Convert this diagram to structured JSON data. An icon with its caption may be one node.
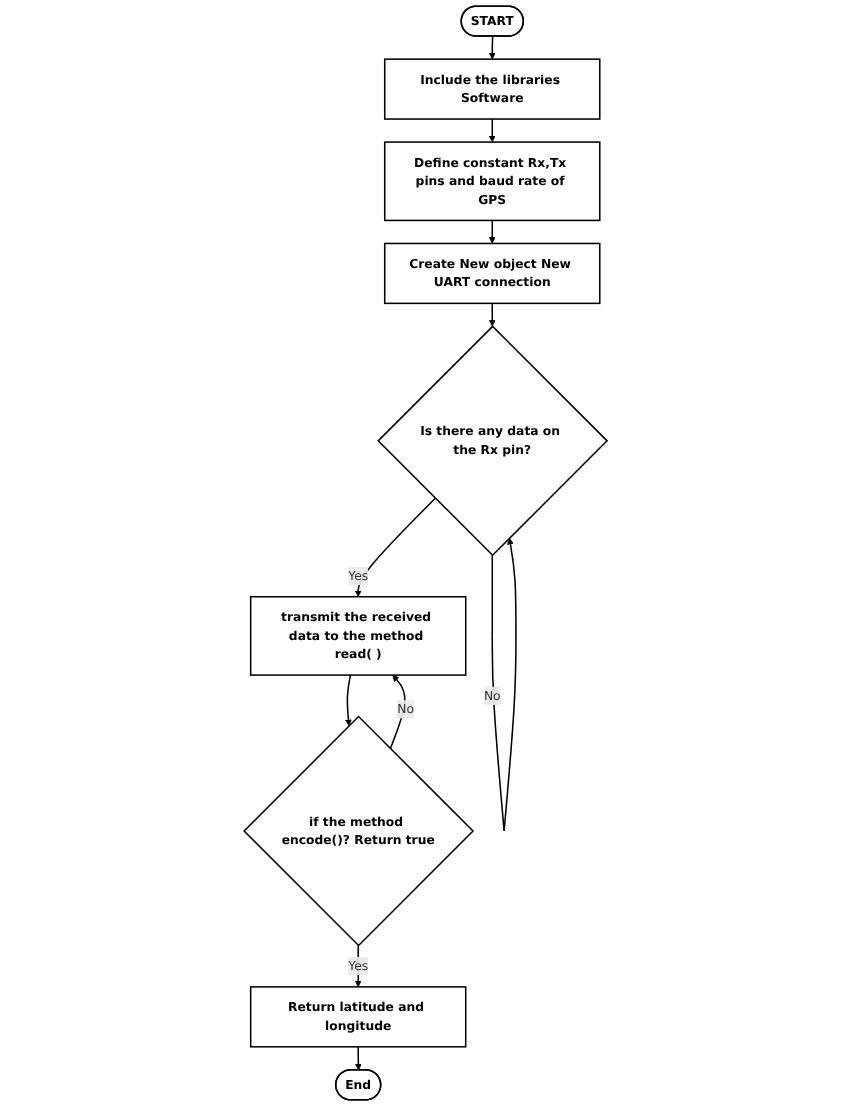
{
  "diagram": {
    "nodes": [
      {
        "text": [
          "START"
        ]
      },
      {
        "text": [
          "Include the libraries Software"
        ]
      },
      {
        "text": [
          "Define constant Rx,Tx pins and baud rate of GPS"
        ]
      },
      {
        "text": [
          "Create New object New UART connection"
        ]
      },
      {
        "text": [
          "Is there any data on the Rx pin?"
        ]
      },
      {
        "text": [
          "transmit the received data to the method read( )"
        ]
      },
      {
        "text": [
          "if the method encode()? Return true"
        ]
      },
      {
        "text": [
          "Return latitude and longitude"
        ]
      },
      {
        "text": [
          "End"
        ]
      }
    ],
    "edges": [
      {
        "from": 0,
        "to": 1,
        "arrow": "to"
      },
      {
        "from": 1,
        "to": 2,
        "arrow": "to"
      },
      {
        "from": 2,
        "to": 3,
        "arrow": "to"
      },
      {
        "from": 4,
        "to": 4,
        "label": "No",
        "arrow": "to"
      },
      {
        "from": 3,
        "to": 4,
        "arrow": "to"
      },
      {
        "from": 4,
        "to": 5,
        "label": "Yes",
        "arrow": "to"
      },
      {
        "from": 5,
        "to": 6,
        "arrow": "to"
      },
      {
        "from": 6,
        "to": 5,
        "label": "No",
        "arrow": "to"
      },
      {
        "from": 6,
        "to": 7,
        "label": "Yes",
        "arrow": "to"
      },
      {
        "from": 7,
        "to": 8,
        "arrow": "to"
      }
    ]
  }
}
